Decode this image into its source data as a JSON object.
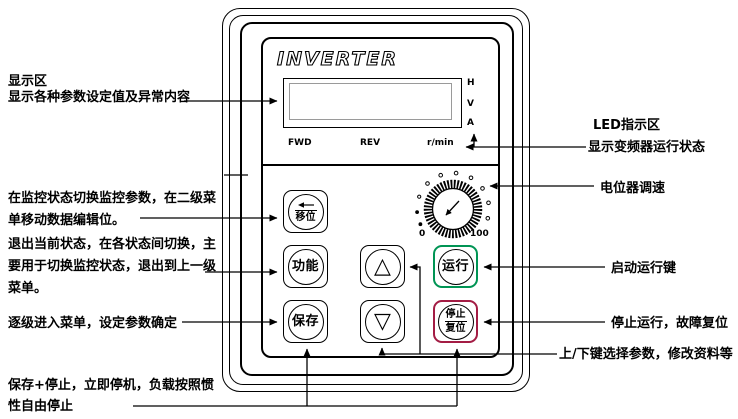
{
  "panel": {
    "brand": "INVERTER",
    "display": {
      "unit_labels": [
        "H",
        "V",
        "A"
      ],
      "status_labels": [
        "FWD",
        "REV",
        "r/min"
      ]
    },
    "knob": {
      "min_label": "0",
      "max_label": "100"
    },
    "buttons": {
      "shift": {
        "label": "移位",
        "icon": "left-arrow"
      },
      "function": {
        "label": "功能"
      },
      "save": {
        "label": "保存"
      },
      "up": {
        "symbol": "△"
      },
      "down": {
        "symbol": "▽"
      },
      "run": {
        "label": "运行",
        "accent_color": "#009454"
      },
      "stop_reset": {
        "label_top": "停止",
        "label_bottom": "复位",
        "accent_color": "#a31c44"
      }
    }
  },
  "annotations": {
    "display_area": {
      "line1": "显示区",
      "line2": "显示各种参数设定值及异常内容"
    },
    "shift_key": {
      "line1": "在监控状态切换监控参数，在二级菜",
      "line2": "单移动数据编辑位。"
    },
    "function_key": {
      "line1": "退出当前状态，在各状态间切换，主",
      "line2": "要用于切换监控状态，退出到上一级",
      "line3": "菜单。"
    },
    "save_key": {
      "line1": "逐级进入菜单，设定参数确定"
    },
    "save_stop_combo": {
      "line1": "保存+停止，立即停机，负载按照惯",
      "line2": "性自由停止"
    },
    "led_area": {
      "line1": "LED指示区",
      "line2": "显示变频器运行状态"
    },
    "potentiometer": {
      "line1": "电位器调速"
    },
    "run_key": {
      "line1": "启动运行键"
    },
    "stop_key": {
      "line1": "停止运行，故障复位"
    },
    "updown_keys": {
      "line1": "上/下键选择参数，修改资料等"
    }
  },
  "colors": {
    "line": "#000000",
    "run_accent": "#009454",
    "stop_accent": "#a31c44",
    "lcd_inner_border": "#9a9a9a"
  }
}
